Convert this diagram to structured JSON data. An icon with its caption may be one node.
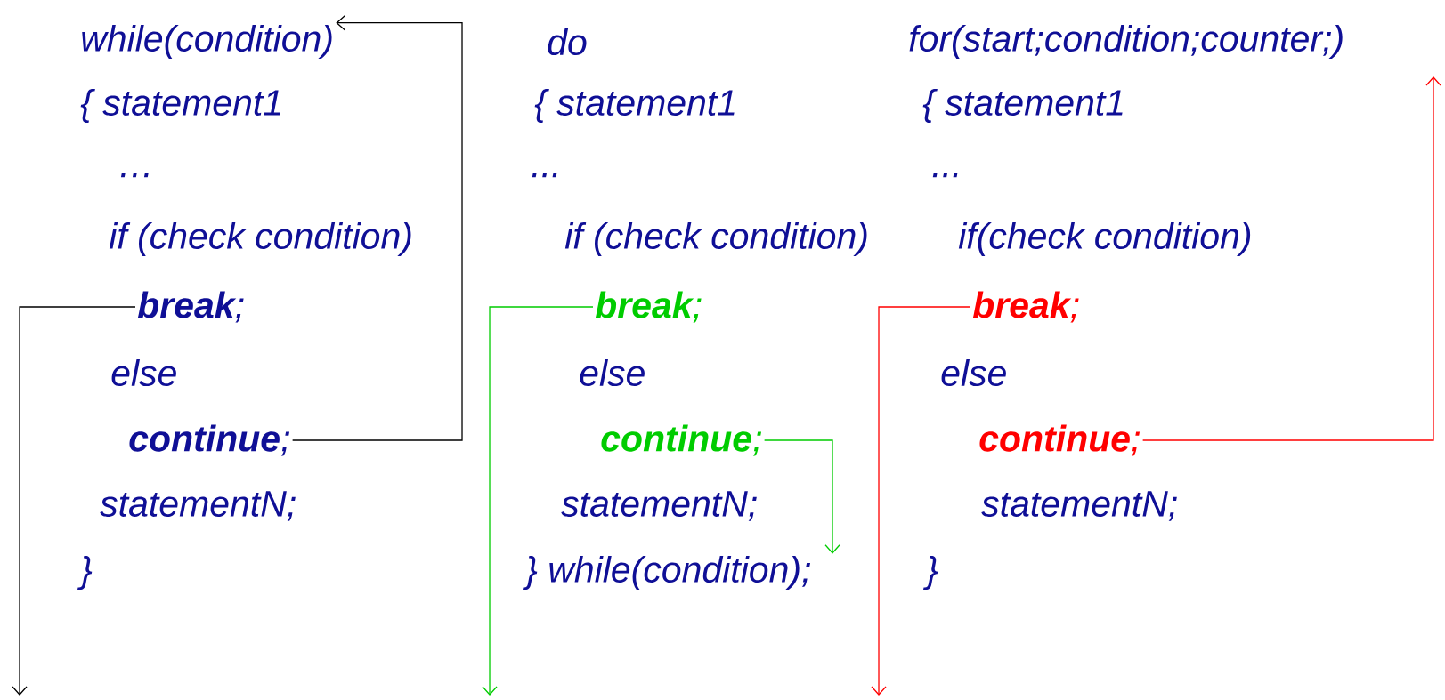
{
  "diagram": {
    "nodes": [
      {
        "text": [
          "while(condition)"
        ]
      },
      {
        "text": [
          "**break**;"
        ]
      },
      {
        "text": [
          "**continue**;"
        ]
      },
      {
        "text": [
          "**break**;"
        ]
      },
      {
        "text": [
          "**continue**;"
        ]
      },
      {
        "text": [
          "} while(condition);"
        ]
      },
      {
        "text": [
          "**break**;"
        ]
      },
      {
        "text": [
          "**continue**;"
        ]
      }
    ],
    "edges": [
      {
        "from": 2,
        "to": 0,
        "arrow": "to"
      },
      {
        "from": 1,
        "to": null,
        "arrow": "to"
      },
      {
        "from": 3,
        "to": null,
        "arrow": "to",
        "color": "#00cc00"
      },
      {
        "from": 4,
        "to": 5,
        "arrow": "to",
        "color": "#00cc00"
      },
      {
        "from": 6,
        "to": null,
        "arrow": "to",
        "color": "#ff0000"
      },
      {
        "from": 7,
        "to": null,
        "arrow": "to",
        "color": "#ff0000"
      }
    ],
    "labels": [
      "{ statement1",
      "…",
      "if (check condition)",
      "else",
      "statementN;",
      "}",
      "do",
      "{ statement1",
      "...",
      "if (check condition)",
      "else",
      "statementN;",
      "for(start;condition;counter;)",
      "{ statement1",
      "...",
      "if(check condition)",
      "else",
      "statementN;",
      "}"
    ]
  }
}
